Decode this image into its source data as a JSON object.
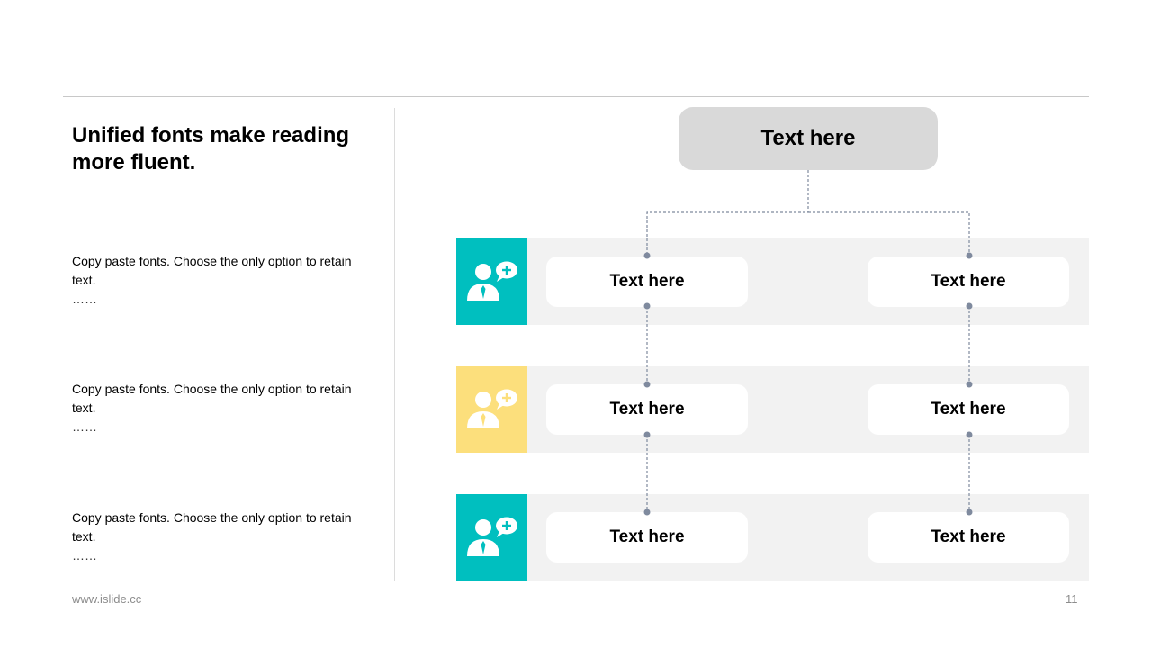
{
  "heading": "Unified fonts make reading more fluent.",
  "paragraphs": [
    {
      "text": "Copy paste fonts. Choose the only option to retain text.",
      "dots": "……"
    },
    {
      "text": "Copy paste fonts. Choose the only option to retain text.",
      "dots": "……"
    },
    {
      "text": "Copy paste fonts. Choose the only option to retain text.",
      "dots": "……"
    }
  ],
  "diagram": {
    "root": "Text here",
    "rows": [
      {
        "icon": "user-chat-icon",
        "color": "#00bfbf",
        "left": "Text here",
        "right": "Text here"
      },
      {
        "icon": "user-chat-icon",
        "color": "#fcdf7c",
        "left": "Text here",
        "right": "Text here"
      },
      {
        "icon": "user-chat-icon",
        "color": "#00bfbf",
        "left": "Text here",
        "right": "Text here"
      }
    ]
  },
  "colors": {
    "connector": "#7f8a9e",
    "row_bg": "#f2f2f2",
    "root_bg": "#d9d9d9"
  },
  "footer": {
    "url": "www.islide.cc",
    "page": "11"
  }
}
